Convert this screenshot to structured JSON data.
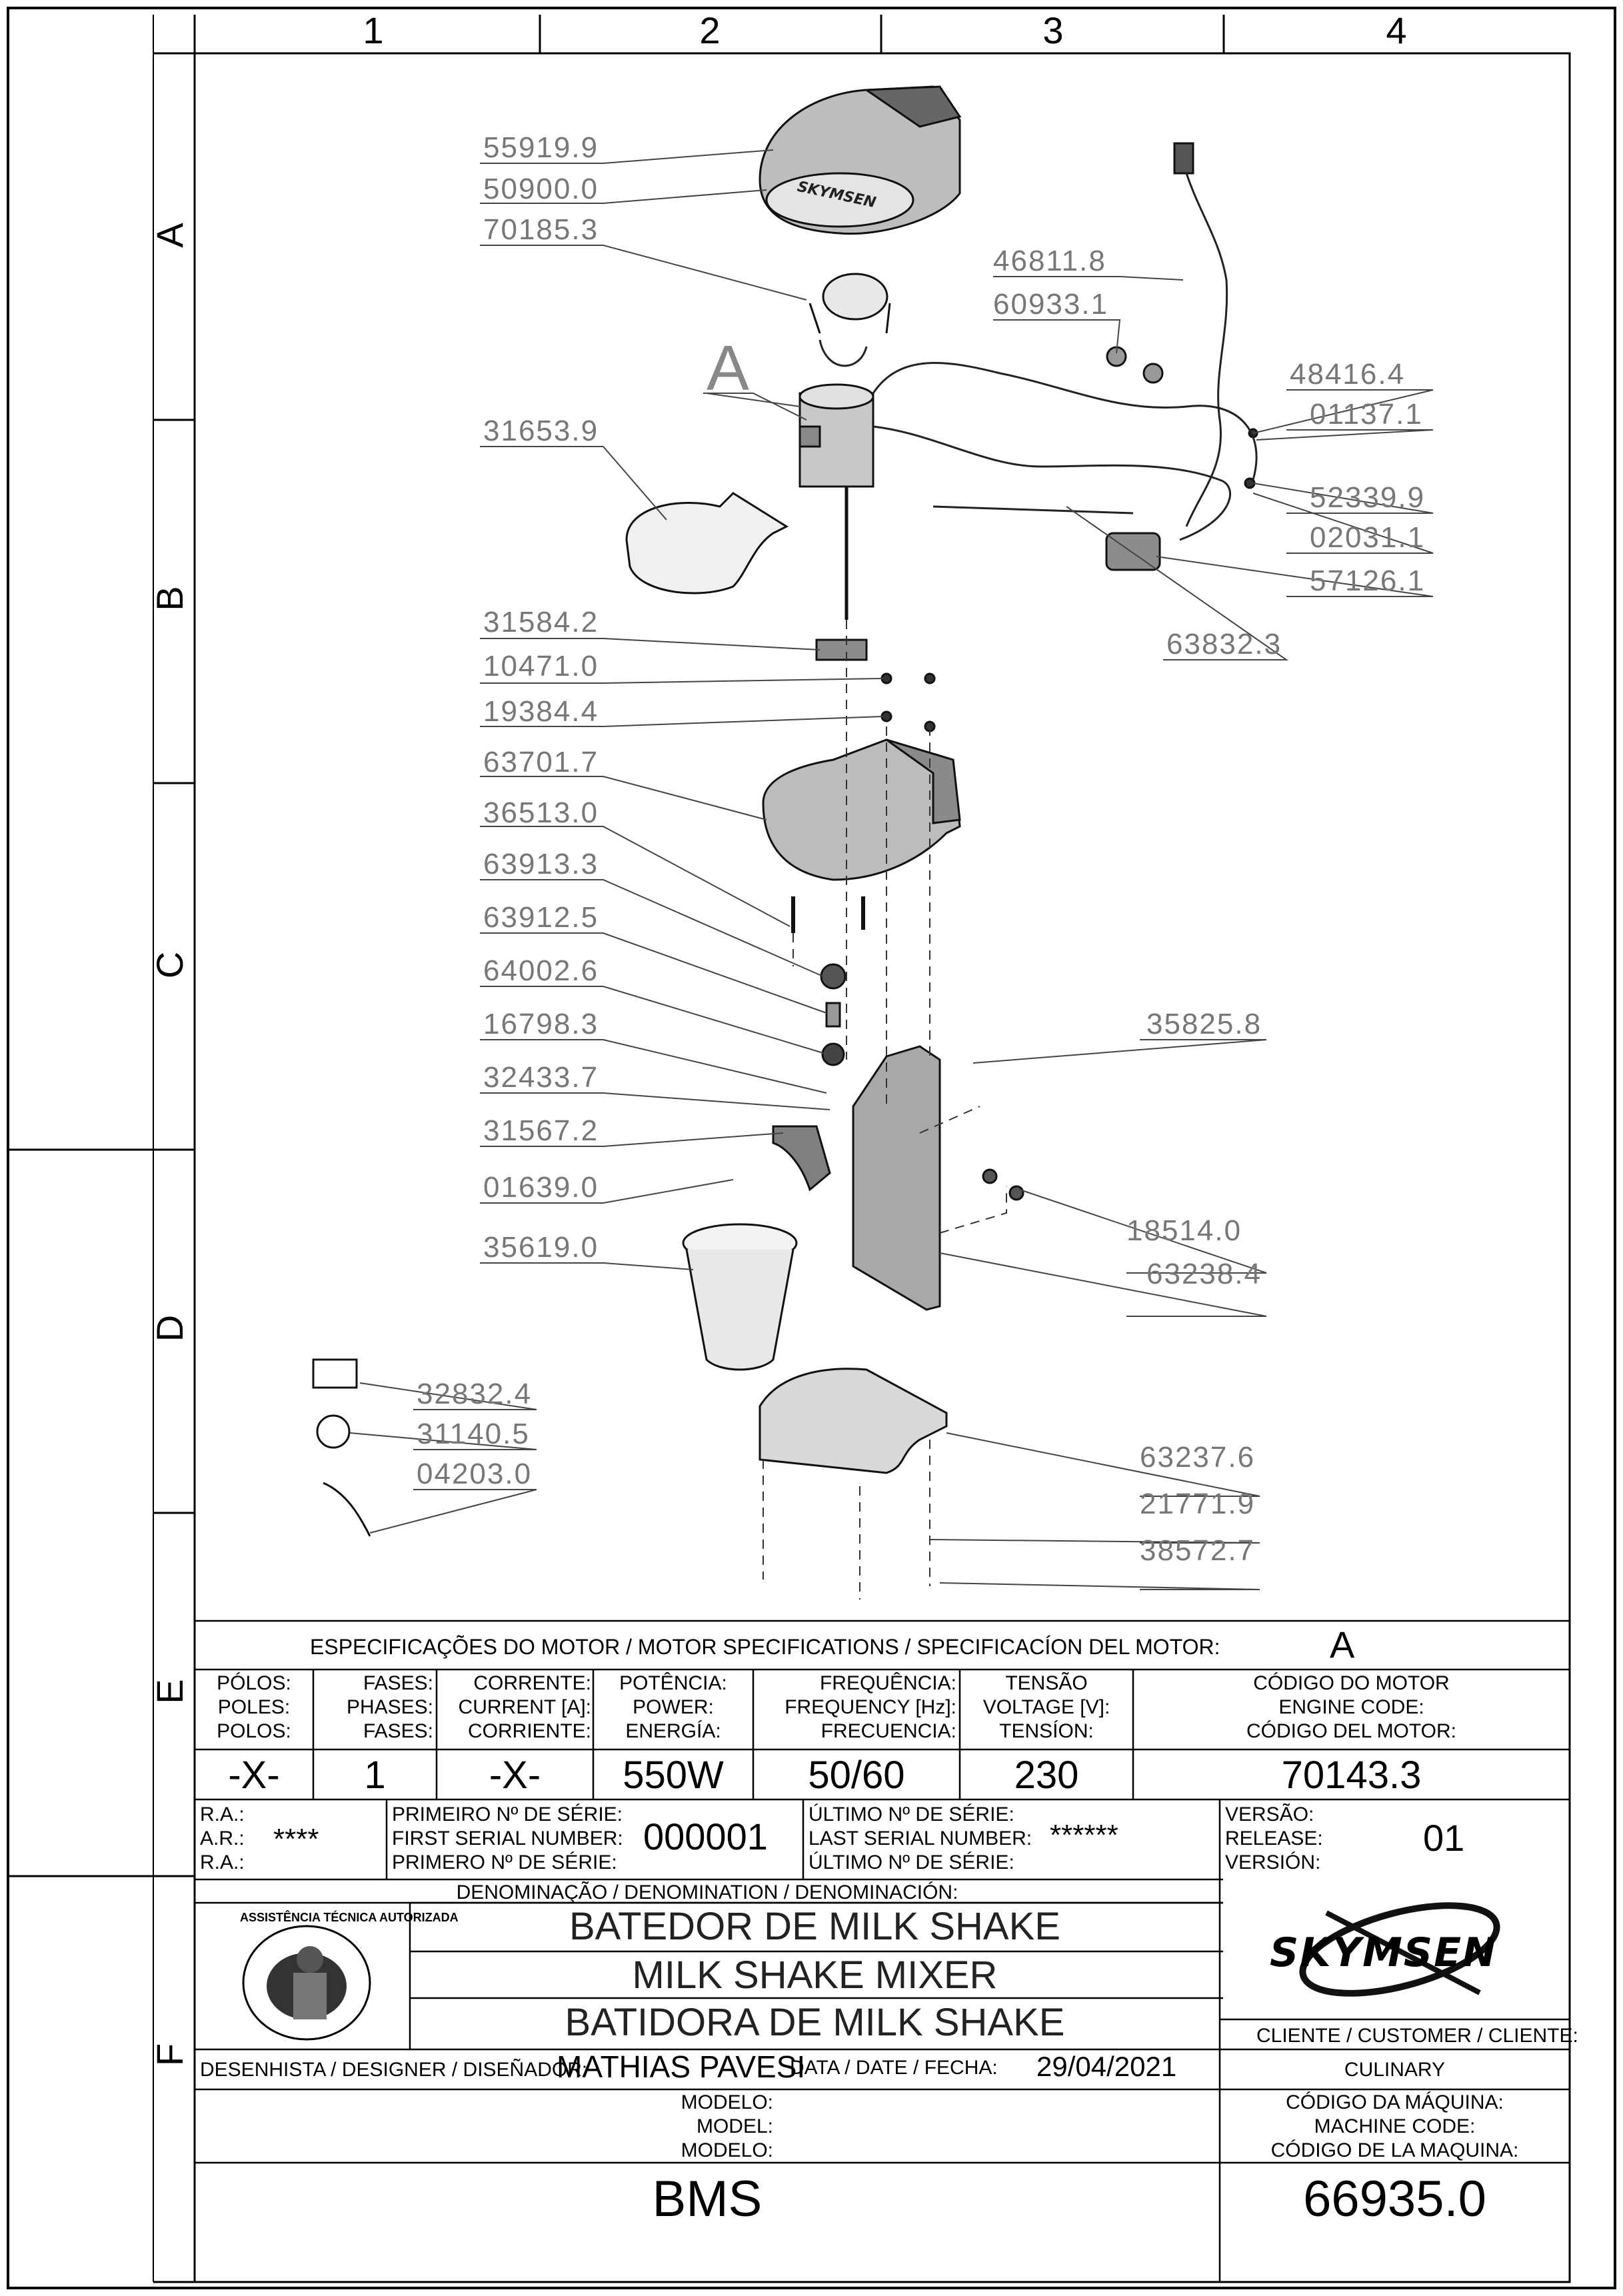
{
  "zones": {
    "columns": [
      "1",
      "2",
      "3",
      "4"
    ],
    "rows": [
      "A",
      "B",
      "C",
      "D",
      "E",
      "F"
    ]
  },
  "part_numbers": {
    "p55919": "55919.9",
    "p50900": "50900.0",
    "p70185": "70185.3",
    "motor_callout": "A",
    "p31653": "31653.9",
    "p31584": "31584.2",
    "p10471": "10471.0",
    "p19384": "19384.4",
    "p63701": "63701.7",
    "p36513": "36513.0",
    "p63913": "63913.3",
    "p63912": "63912.5",
    "p64002": "64002.6",
    "p16798": "16798.3",
    "p32433": "32433.7",
    "p31567": "31567.2",
    "p01639": "01639.0",
    "p35619": "35619.0",
    "p32832": "32832.4",
    "p31140": "31140.5",
    "p04203": "04203.0",
    "p46811": "46811.8",
    "p60933": "60933.1",
    "p48416": "48416.4",
    "p01137": "01137.1",
    "p52339": "52339.9",
    "p02031": "02031.1",
    "p57126": "57126.1",
    "p63832": "63832.3",
    "p35825": "35825.8",
    "p18514": "18514.0",
    "p63238": "63238.4",
    "p63237": "63237.6",
    "p21771": "21771.9",
    "p38572": "38572.7"
  },
  "lid_brand": "SKYMSEN",
  "motor_specs": {
    "title": "ESPECIFICAÇÕES DO MOTOR / MOTOR SPECIFICATIONS / SPECIFICACÍON DEL MOTOR:",
    "motor_letter": "A",
    "poles_label": [
      "PÓLOS:",
      "POLES:",
      "POLOS:"
    ],
    "phases_label": [
      "FASES:",
      "PHASES:",
      "FASES:"
    ],
    "current_label": [
      "CORRENTE:",
      "CURRENT [A]:",
      "CORRIENTE:"
    ],
    "power_label": [
      "POTÊNCIA:",
      "POWER:",
      "ENERGÍA:"
    ],
    "frequency_label": [
      "FREQUÊNCIA:",
      "FREQUENCY [Hz]:",
      "FRECUENCIA:"
    ],
    "voltage_label": [
      "TENSÃO",
      "VOLTAGE [V]:",
      "TENSÍON:"
    ],
    "engine_code_label": [
      "CÓDIGO DO MOTOR",
      "ENGINE CODE:",
      "CÓDIGO DEL MOTOR:"
    ],
    "poles": "-X-",
    "phases": "1",
    "current": "-X-",
    "power": "550W",
    "frequency": "50/60",
    "voltage": "230",
    "engine_code": "70143.3"
  },
  "serials": {
    "ra_label": [
      "R.A.:",
      "A.R.:",
      "R.A.:"
    ],
    "ra_value": "****",
    "first_label": [
      "PRIMEIRO Nº DE SÉRIE:",
      "FIRST SERIAL NUMBER:",
      "PRIMERO Nº DE SÉRIE:"
    ],
    "first_value": "000001",
    "last_label": [
      "ÚLTIMO Nº DE SÉRIE:",
      "LAST SERIAL NUMBER:",
      "ÚLTIMO Nº DE SÉRIE:"
    ],
    "last_value": "******",
    "release_label": [
      "VERSÃO:",
      "RELEASE:",
      "VERSIÓN:"
    ],
    "release_value": "01"
  },
  "title_block": {
    "denomination_label": "DENOMINAÇÃO / DENOMINATION / DENOMINACIÓN:",
    "names": [
      "BATEDOR DE MILK SHAKE",
      "MILK SHAKE MIXER",
      "BATIDORA DE MILK SHAKE"
    ],
    "stamp_text": "ASSISTÊNCIA TÉCNICA AUTORIZADA",
    "brand": "SKYMSEN",
    "customer_label": "CLIENTE / CUSTOMER / CLIENTE:",
    "customer_value": "CULINARY",
    "designer_label": "DESENHISTA / DESIGNER / DISEÑADOR:",
    "designer_value": "MATHIAS PAVESI",
    "date_label": "DATA / DATE / FECHA:",
    "date_value": "29/04/2021",
    "model_label": [
      "MODELO:",
      "MODEL:",
      "MODELO:"
    ],
    "model_value": "BMS",
    "machine_code_label": [
      "CÓDIGO DA MÁQUINA:",
      "MACHINE CODE:",
      "CÓDIGO DE LA MAQUINA:"
    ],
    "machine_code_value": "66935.0"
  }
}
